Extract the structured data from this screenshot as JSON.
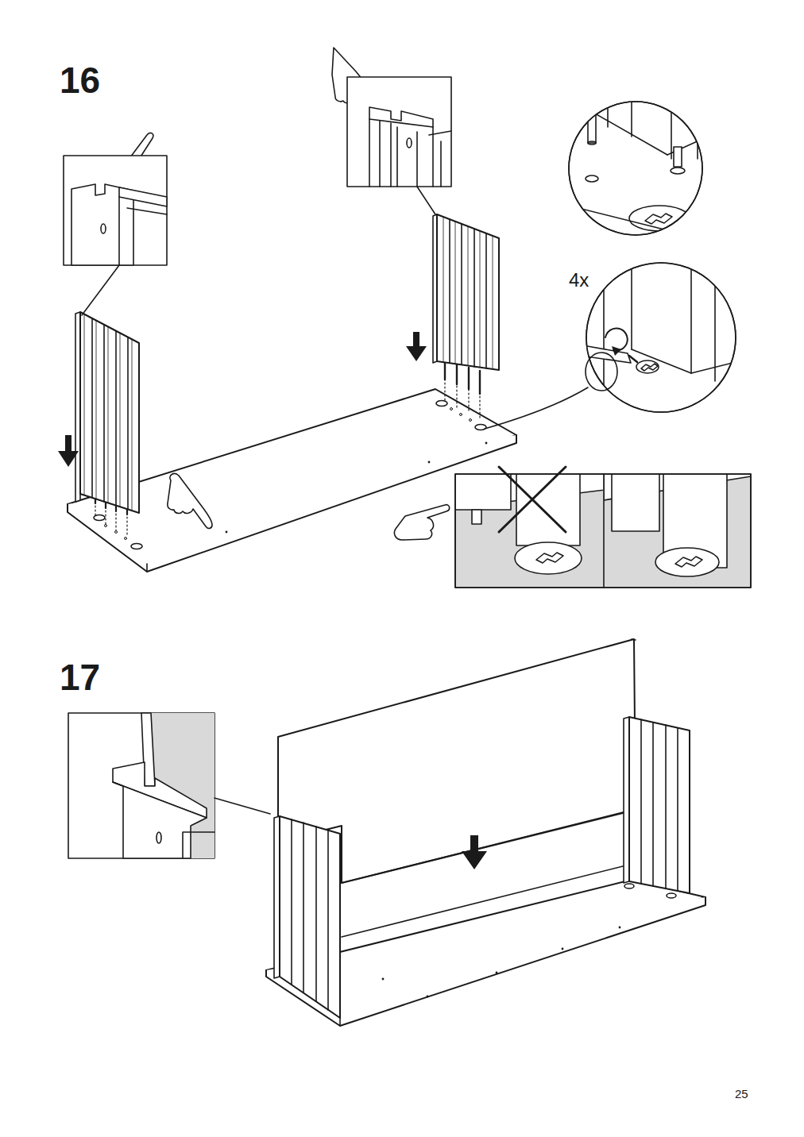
{
  "diagram": {
    "labels": [
      "16",
      "4x",
      "17",
      "25"
    ]
  }
}
